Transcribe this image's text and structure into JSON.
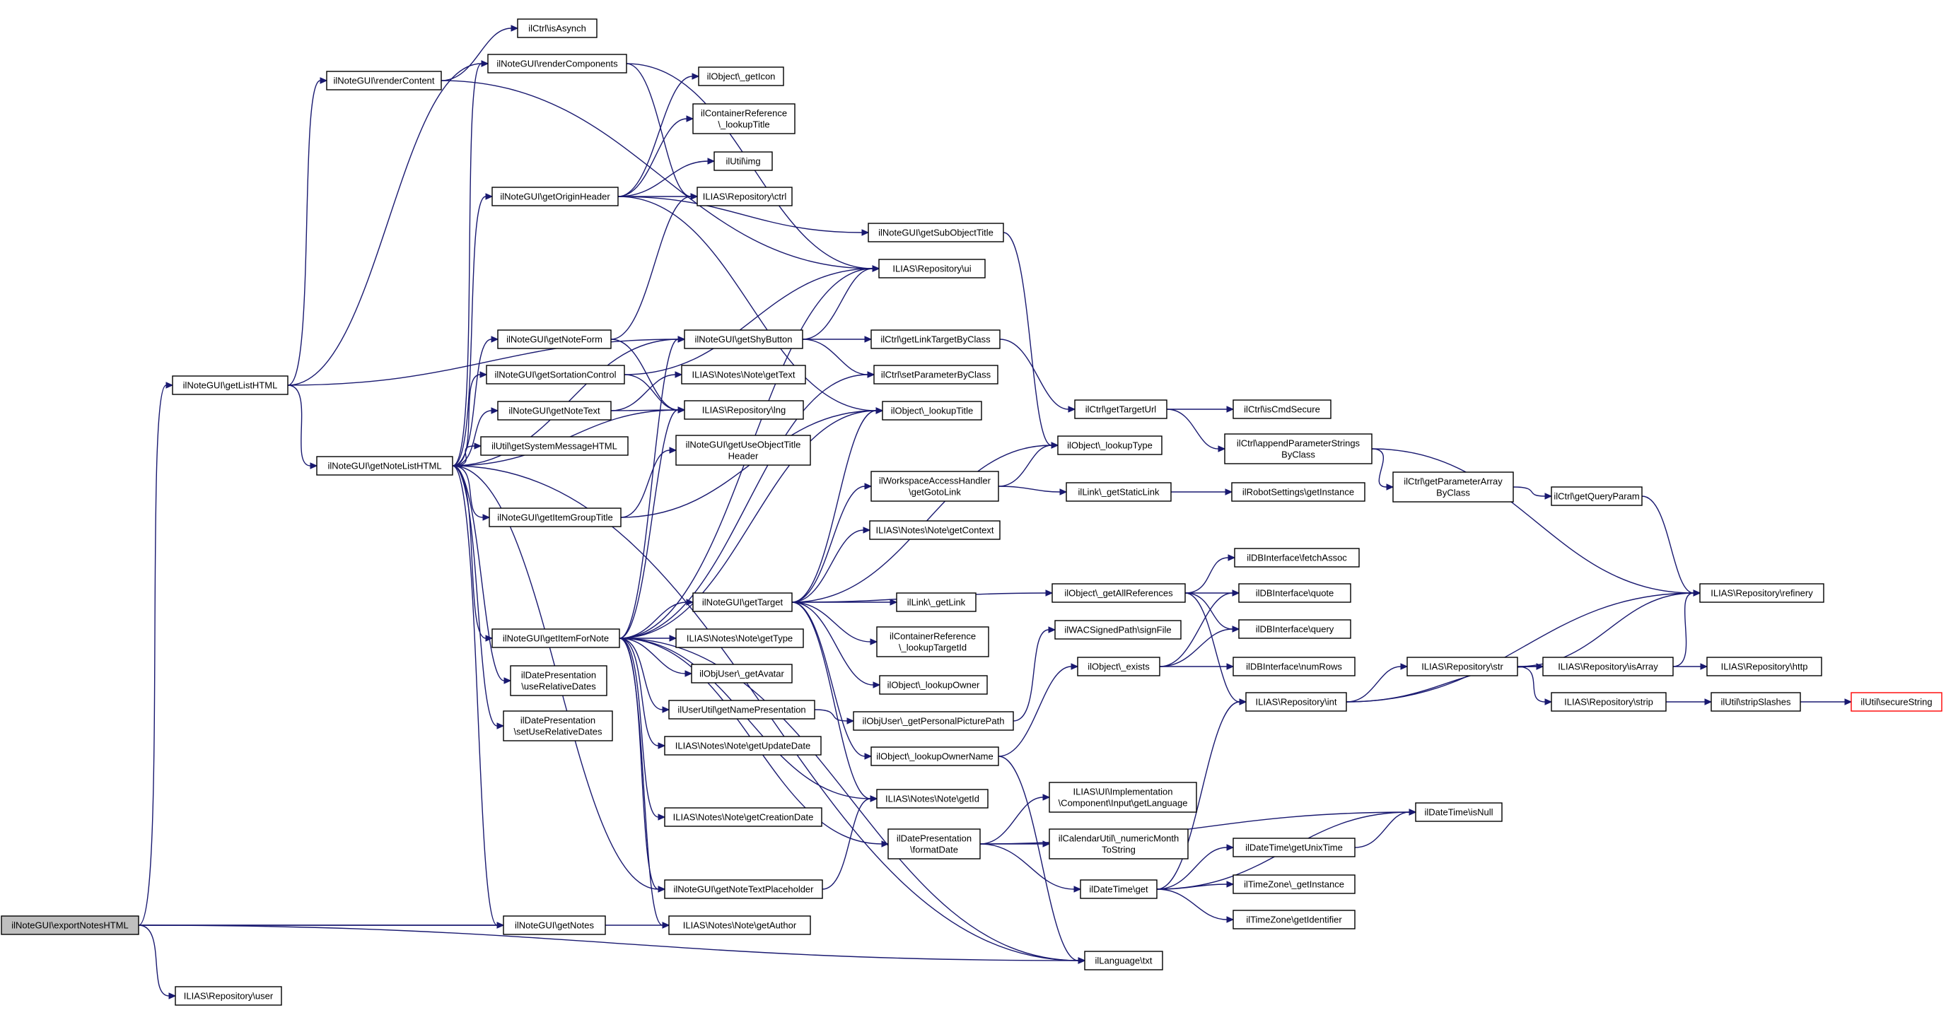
{
  "graph": {
    "edge_color": "#191970",
    "root_fill": "#bfbfbf",
    "truncated_border": "#ff0000",
    "nodes": [
      {
        "id": "n_exportNotesHTML",
        "lines": [
          "ilNoteGUI\\exportNotesHTML"
        ],
        "style": "root"
      },
      {
        "id": "n_getListHTML",
        "lines": [
          "ilNoteGUI\\getListHTML"
        ]
      },
      {
        "id": "n_getNotes",
        "lines": [
          "ilNoteGUI\\getNotes"
        ]
      },
      {
        "id": "n_getAuthor",
        "lines": [
          "ILIAS\\Notes\\Note\\getAuthor"
        ]
      },
      {
        "id": "n_txt",
        "lines": [
          "ilLanguage\\txt"
        ]
      },
      {
        "id": "n_user",
        "lines": [
          "ILIAS\\Repository\\user"
        ]
      },
      {
        "id": "n_renderContent",
        "lines": [
          "ilNoteGUI\\renderContent"
        ]
      },
      {
        "id": "n_renderComponents",
        "lines": [
          "ilNoteGUI\\renderComponents"
        ]
      },
      {
        "id": "n_getShyButton",
        "lines": [
          "ilNoteGUI\\getShyButton"
        ]
      },
      {
        "id": "n_getNoteListHTML",
        "lines": [
          "ilNoteGUI\\getNoteListHTML"
        ]
      },
      {
        "id": "n_isAsynch",
        "lines": [
          "ilCtrl\\isAsynch"
        ]
      },
      {
        "id": "n_ui",
        "lines": [
          "ILIAS\\Repository\\ui"
        ]
      },
      {
        "id": "n_ctrl",
        "lines": [
          "ILIAS\\Repository\\ctrl"
        ]
      },
      {
        "id": "n_getOriginHeader",
        "lines": [
          "ilNoteGUI\\getOriginHeader"
        ]
      },
      {
        "id": "n_getNoteForm",
        "lines": [
          "ilNoteGUI\\getNoteForm"
        ]
      },
      {
        "id": "n_getSortationControl",
        "lines": [
          "ilNoteGUI\\getSortationControl"
        ]
      },
      {
        "id": "n_getNoteText",
        "lines": [
          "ilNoteGUI\\getNoteText"
        ]
      },
      {
        "id": "n_getSystemMessageHTML",
        "lines": [
          "ilUtil\\getSystemMessageHTML"
        ]
      },
      {
        "id": "n_getItemGroupTitle",
        "lines": [
          "ilNoteGUI\\getItemGroupTitle"
        ]
      },
      {
        "id": "n_getItemForNote",
        "lines": [
          "ilNoteGUI\\getItemForNote"
        ]
      },
      {
        "id": "n_useRelativeDates",
        "lines": [
          "ilDatePresentation",
          "\\useRelativeDates"
        ]
      },
      {
        "id": "n_setUseRelativeDates",
        "lines": [
          "ilDatePresentation",
          "\\setUseRelativeDates"
        ]
      },
      {
        "id": "n_getNoteTextPlaceholder",
        "lines": [
          "ilNoteGUI\\getNoteTextPlaceholder"
        ]
      },
      {
        "id": "n_lng",
        "lines": [
          "ILIAS\\Repository\\lng"
        ]
      },
      {
        "id": "n_getIcon",
        "lines": [
          "ilObject\\_getIcon"
        ]
      },
      {
        "id": "n_containerLookupTitle",
        "lines": [
          "ilContainerReference",
          "\\_lookupTitle"
        ]
      },
      {
        "id": "n_img",
        "lines": [
          "ilUtil\\img"
        ]
      },
      {
        "id": "n_getSubObjectTitle",
        "lines": [
          "ilNoteGUI\\getSubObjectTitle"
        ]
      },
      {
        "id": "n_lookupTitle",
        "lines": [
          "ilObject\\_lookupTitle"
        ]
      },
      {
        "id": "n_noteGetText",
        "lines": [
          "ILIAS\\Notes\\Note\\getText"
        ]
      },
      {
        "id": "n_getUseObjectTitleHeader",
        "lines": [
          "ilNoteGUI\\getUseObjectTitle",
          "Header"
        ]
      },
      {
        "id": "n_getLinkTargetByClass",
        "lines": [
          "ilCtrl\\getLinkTargetByClass"
        ]
      },
      {
        "id": "n_setParameterByClass",
        "lines": [
          "ilCtrl\\setParameterByClass"
        ]
      },
      {
        "id": "n_getTarget",
        "lines": [
          "ilNoteGUI\\getTarget"
        ]
      },
      {
        "id": "n_noteGetType",
        "lines": [
          "ILIAS\\Notes\\Note\\getType"
        ]
      },
      {
        "id": "n_getAvatar",
        "lines": [
          "ilObjUser\\_getAvatar"
        ]
      },
      {
        "id": "n_getNamePresentation",
        "lines": [
          "ilUserUtil\\getNamePresentation"
        ]
      },
      {
        "id": "n_getUpdateDate",
        "lines": [
          "ILIAS\\Notes\\Note\\getUpdateDate"
        ]
      },
      {
        "id": "n_noteGetId",
        "lines": [
          "ILIAS\\Notes\\Note\\getId"
        ]
      },
      {
        "id": "n_getCreationDate",
        "lines": [
          "ILIAS\\Notes\\Note\\getCreationDate"
        ]
      },
      {
        "id": "n_formatDate",
        "lines": [
          "ilDatePresentation",
          "\\formatDate"
        ]
      },
      {
        "id": "n_getTargetUrl",
        "lines": [
          "ilCtrl\\getTargetUrl"
        ]
      },
      {
        "id": "n_lookupType",
        "lines": [
          "ilObject\\_lookupType"
        ]
      },
      {
        "id": "n_getGotoLink",
        "lines": [
          "ilWorkspaceAccessHandler",
          "\\getGotoLink"
        ]
      },
      {
        "id": "n_getContext",
        "lines": [
          "ILIAS\\Notes\\Note\\getContext"
        ]
      },
      {
        "id": "n_getLink",
        "lines": [
          "ilLink\\_getLink"
        ]
      },
      {
        "id": "n_lookupTargetId",
        "lines": [
          "ilContainerReference",
          "\\_lookupTargetId"
        ]
      },
      {
        "id": "n_lookupOwner",
        "lines": [
          "ilObject\\_lookupOwner"
        ]
      },
      {
        "id": "n_getPersonalPicturePath",
        "lines": [
          "ilObjUser\\_getPersonalPicturePath"
        ]
      },
      {
        "id": "n_lookupOwnerName",
        "lines": [
          "ilObject\\_lookupOwnerName"
        ]
      },
      {
        "id": "n_getLanguage",
        "lines": [
          "ILIAS\\UI\\Implementation",
          "\\Component\\Input\\getLanguage"
        ]
      },
      {
        "id": "n_numericMonthToString",
        "lines": [
          "ilCalendarUtil\\_numericMonth",
          "ToString"
        ]
      },
      {
        "id": "n_dateTimeGet",
        "lines": [
          "ilDateTime\\get"
        ]
      },
      {
        "id": "n_getStaticLink",
        "lines": [
          "ilLink\\_getStaticLink"
        ]
      },
      {
        "id": "n_getAllReferences",
        "lines": [
          "ilObject\\_getAllReferences"
        ]
      },
      {
        "id": "n_signFile",
        "lines": [
          "ilWACSignedPath\\signFile"
        ]
      },
      {
        "id": "n_exists",
        "lines": [
          "ilObject\\_exists"
        ]
      },
      {
        "id": "n_isCmdSecure",
        "lines": [
          "ilCtrl\\isCmdSecure"
        ]
      },
      {
        "id": "n_appendParameterStringsByClass",
        "lines": [
          "ilCtrl\\appendParameterStrings",
          "ByClass"
        ]
      },
      {
        "id": "n_robotGetInstance",
        "lines": [
          "ilRobotSettings\\getInstance"
        ]
      },
      {
        "id": "n_fetchAssoc",
        "lines": [
          "ilDBInterface\\fetchAssoc"
        ]
      },
      {
        "id": "n_quote",
        "lines": [
          "ilDBInterface\\quote"
        ]
      },
      {
        "id": "n_query",
        "lines": [
          "ilDBInterface\\query"
        ]
      },
      {
        "id": "n_numRows",
        "lines": [
          "ilDBInterface\\numRows"
        ]
      },
      {
        "id": "n_int",
        "lines": [
          "ILIAS\\Repository\\int"
        ]
      },
      {
        "id": "n_isNull",
        "lines": [
          "ilDateTime\\isNull"
        ]
      },
      {
        "id": "n_getUnixTime",
        "lines": [
          "ilDateTime\\getUnixTime"
        ]
      },
      {
        "id": "n_tzGetInstance",
        "lines": [
          "ilTimeZone\\_getInstance"
        ]
      },
      {
        "id": "n_getIdentifier",
        "lines": [
          "ilTimeZone\\getIdentifier"
        ]
      },
      {
        "id": "n_getParameterArrayByClass",
        "lines": [
          "ilCtrl\\getParameterArray",
          "ByClass"
        ]
      },
      {
        "id": "n_str",
        "lines": [
          "ILIAS\\Repository\\str"
        ]
      },
      {
        "id": "n_strip",
        "lines": [
          "ILIAS\\Repository\\strip"
        ]
      },
      {
        "id": "n_getQueryParam",
        "lines": [
          "ilCtrl\\getQueryParam"
        ]
      },
      {
        "id": "n_isArray",
        "lines": [
          "ILIAS\\Repository\\isArray"
        ]
      },
      {
        "id": "n_refinery",
        "lines": [
          "ILIAS\\Repository\\refinery"
        ]
      },
      {
        "id": "n_http",
        "lines": [
          "ILIAS\\Repository\\http"
        ]
      },
      {
        "id": "n_stripSlashes",
        "lines": [
          "ilUtil\\stripSlashes"
        ]
      },
      {
        "id": "n_secureString",
        "lines": [
          "ilUtil\\secureString"
        ],
        "style": "truncated"
      }
    ],
    "edges": [
      [
        "n_exportNotesHTML",
        "n_getListHTML"
      ],
      [
        "n_exportNotesHTML",
        "n_getNotes"
      ],
      [
        "n_exportNotesHTML",
        "n_getAuthor"
      ],
      [
        "n_exportNotesHTML",
        "n_txt"
      ],
      [
        "n_exportNotesHTML",
        "n_user"
      ],
      [
        "n_getListHTML",
        "n_renderContent"
      ],
      [
        "n_getListHTML",
        "n_renderComponents"
      ],
      [
        "n_getListHTML",
        "n_getShyButton"
      ],
      [
        "n_getListHTML",
        "n_getNoteListHTML"
      ],
      [
        "n_renderContent",
        "n_isAsynch"
      ],
      [
        "n_renderContent",
        "n_ui"
      ],
      [
        "n_renderComponents",
        "n_ui"
      ],
      [
        "n_renderComponents",
        "n_ctrl"
      ],
      [
        "n_getNoteListHTML",
        "n_renderComponents"
      ],
      [
        "n_getNoteListHTML",
        "n_getOriginHeader"
      ],
      [
        "n_getNoteListHTML",
        "n_getNoteForm"
      ],
      [
        "n_getNoteListHTML",
        "n_getSortationControl"
      ],
      [
        "n_getNoteListHTML",
        "n_getNoteText"
      ],
      [
        "n_getNoteListHTML",
        "n_getSystemMessageHTML"
      ],
      [
        "n_getNoteListHTML",
        "n_getItemGroupTitle"
      ],
      [
        "n_getNoteListHTML",
        "n_getItemForNote"
      ],
      [
        "n_getNoteListHTML",
        "n_useRelativeDates"
      ],
      [
        "n_getNoteListHTML",
        "n_setUseRelativeDates"
      ],
      [
        "n_getNoteListHTML",
        "n_getNoteTextPlaceholder"
      ],
      [
        "n_getNoteListHTML",
        "n_getNotes"
      ],
      [
        "n_getNoteListHTML",
        "n_txt"
      ],
      [
        "n_getNoteListHTML",
        "n_lng"
      ],
      [
        "n_getNoteListHTML",
        "n_getShyButton"
      ],
      [
        "n_getOriginHeader",
        "n_getIcon"
      ],
      [
        "n_getOriginHeader",
        "n_containerLookupTitle"
      ],
      [
        "n_getOriginHeader",
        "n_img"
      ],
      [
        "n_getOriginHeader",
        "n_ctrl"
      ],
      [
        "n_getOriginHeader",
        "n_getSubObjectTitle"
      ],
      [
        "n_getOriginHeader",
        "n_lookupTitle"
      ],
      [
        "n_getNoteForm",
        "n_ctrl"
      ],
      [
        "n_getNoteForm",
        "n_lng"
      ],
      [
        "n_getSortationControl",
        "n_ui"
      ],
      [
        "n_getSortationControl",
        "n_lng"
      ],
      [
        "n_getNoteText",
        "n_noteGetText"
      ],
      [
        "n_getNoteText",
        "n_lng"
      ],
      [
        "n_getItemGroupTitle",
        "n_getUseObjectTitleHeader"
      ],
      [
        "n_getItemGroupTitle",
        "n_lookupTitle"
      ],
      [
        "n_getShyButton",
        "n_ui"
      ],
      [
        "n_getShyButton",
        "n_getLinkTargetByClass"
      ],
      [
        "n_getShyButton",
        "n_setParameterByClass"
      ],
      [
        "n_getItemForNote",
        "n_getShyButton"
      ],
      [
        "n_getItemForNote",
        "n_lng"
      ],
      [
        "n_getItemForNote",
        "n_ui"
      ],
      [
        "n_getItemForNote",
        "n_setParameterByClass"
      ],
      [
        "n_getItemForNote",
        "n_lookupTitle"
      ],
      [
        "n_getItemForNote",
        "n_getTarget"
      ],
      [
        "n_getItemForNote",
        "n_noteGetType"
      ],
      [
        "n_getItemForNote",
        "n_getAvatar"
      ],
      [
        "n_getItemForNote",
        "n_getNamePresentation"
      ],
      [
        "n_getItemForNote",
        "n_getUpdateDate"
      ],
      [
        "n_getItemForNote",
        "n_noteGetId"
      ],
      [
        "n_getItemForNote",
        "n_getCreationDate"
      ],
      [
        "n_getItemForNote",
        "n_formatDate"
      ],
      [
        "n_getItemForNote",
        "n_getNoteTextPlaceholder"
      ],
      [
        "n_getItemForNote",
        "n_getAuthor"
      ],
      [
        "n_getItemForNote",
        "n_txt"
      ],
      [
        "n_getSubObjectTitle",
        "n_lookupType"
      ],
      [
        "n_getLinkTargetByClass",
        "n_getTargetUrl"
      ],
      [
        "n_getTarget",
        "n_lookupType"
      ],
      [
        "n_getTarget",
        "n_getGotoLink"
      ],
      [
        "n_getTarget",
        "n_getContext"
      ],
      [
        "n_getTarget",
        "n_getLink"
      ],
      [
        "n_getTarget",
        "n_lookupTargetId"
      ],
      [
        "n_getTarget",
        "n_lookupOwner"
      ],
      [
        "n_getTarget",
        "n_lookupOwnerName"
      ],
      [
        "n_getTarget",
        "n_getAllReferences"
      ],
      [
        "n_getTarget",
        "n_noteGetId"
      ],
      [
        "n_getTarget",
        "n_lookupTitle"
      ],
      [
        "n_getNamePresentation",
        "n_getPersonalPicturePath"
      ],
      [
        "n_getNoteTextPlaceholder",
        "n_noteGetId"
      ],
      [
        "n_formatDate",
        "n_getLanguage"
      ],
      [
        "n_formatDate",
        "n_numericMonthToString"
      ],
      [
        "n_formatDate",
        "n_dateTimeGet"
      ],
      [
        "n_formatDate",
        "n_isNull"
      ],
      [
        "n_getTargetUrl",
        "n_isCmdSecure"
      ],
      [
        "n_getTargetUrl",
        "n_appendParameterStringsByClass"
      ],
      [
        "n_getGotoLink",
        "n_lookupType"
      ],
      [
        "n_getGotoLink",
        "n_getStaticLink"
      ],
      [
        "n_getStaticLink",
        "n_robotGetInstance"
      ],
      [
        "n_getPersonalPicturePath",
        "n_signFile"
      ],
      [
        "n_lookupOwnerName",
        "n_exists"
      ],
      [
        "n_lookupOwnerName",
        "n_txt"
      ],
      [
        "n_getAllReferences",
        "n_fetchAssoc"
      ],
      [
        "n_getAllReferences",
        "n_quote"
      ],
      [
        "n_getAllReferences",
        "n_query"
      ],
      [
        "n_getAllReferences",
        "n_int"
      ],
      [
        "n_exists",
        "n_quote"
      ],
      [
        "n_exists",
        "n_query"
      ],
      [
        "n_exists",
        "n_numRows"
      ],
      [
        "n_dateTimeGet",
        "n_int"
      ],
      [
        "n_dateTimeGet",
        "n_isNull"
      ],
      [
        "n_dateTimeGet",
        "n_getUnixTime"
      ],
      [
        "n_dateTimeGet",
        "n_tzGetInstance"
      ],
      [
        "n_dateTimeGet",
        "n_getIdentifier"
      ],
      [
        "n_getUnixTime",
        "n_isNull"
      ],
      [
        "n_appendParameterStringsByClass",
        "n_getParameterArrayByClass"
      ],
      [
        "n_appendParameterStringsByClass",
        "n_refinery"
      ],
      [
        "n_getParameterArrayByClass",
        "n_getQueryParam"
      ],
      [
        "n_getQueryParam",
        "n_refinery"
      ],
      [
        "n_int",
        "n_str"
      ],
      [
        "n_int",
        "n_isArray"
      ],
      [
        "n_int",
        "n_refinery"
      ],
      [
        "n_str",
        "n_isArray"
      ],
      [
        "n_str",
        "n_strip"
      ],
      [
        "n_str",
        "n_refinery"
      ],
      [
        "n_isArray",
        "n_refinery"
      ],
      [
        "n_isArray",
        "n_http"
      ],
      [
        "n_strip",
        "n_stripSlashes"
      ],
      [
        "n_stripSlashes",
        "n_secureString"
      ]
    ]
  }
}
